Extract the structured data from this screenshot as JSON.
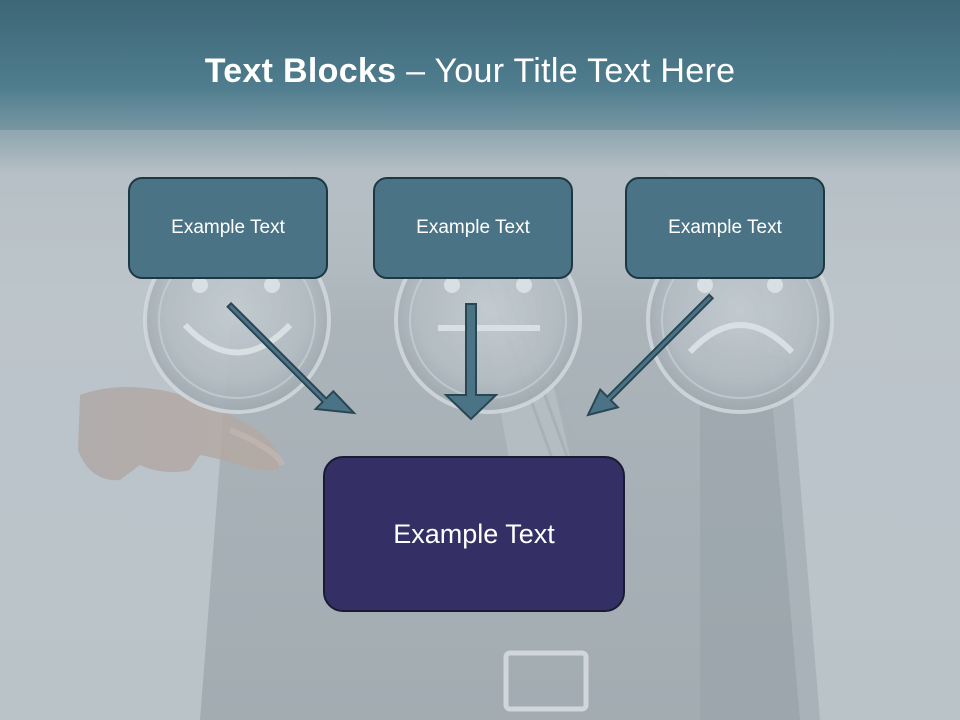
{
  "slide": {
    "title_bold": "Text Blocks",
    "title_dash": " – ",
    "title_rest": "Your Title Text Here"
  },
  "blocks": [
    {
      "label": "Example Text"
    },
    {
      "label": "Example Text"
    },
    {
      "label": "Example Text"
    }
  ],
  "result_block": {
    "label": "Example Text"
  },
  "colors": {
    "header": "#3d6676",
    "small_box": "#4b7386",
    "large_box": "#343066",
    "arrow": "#4b7386"
  }
}
